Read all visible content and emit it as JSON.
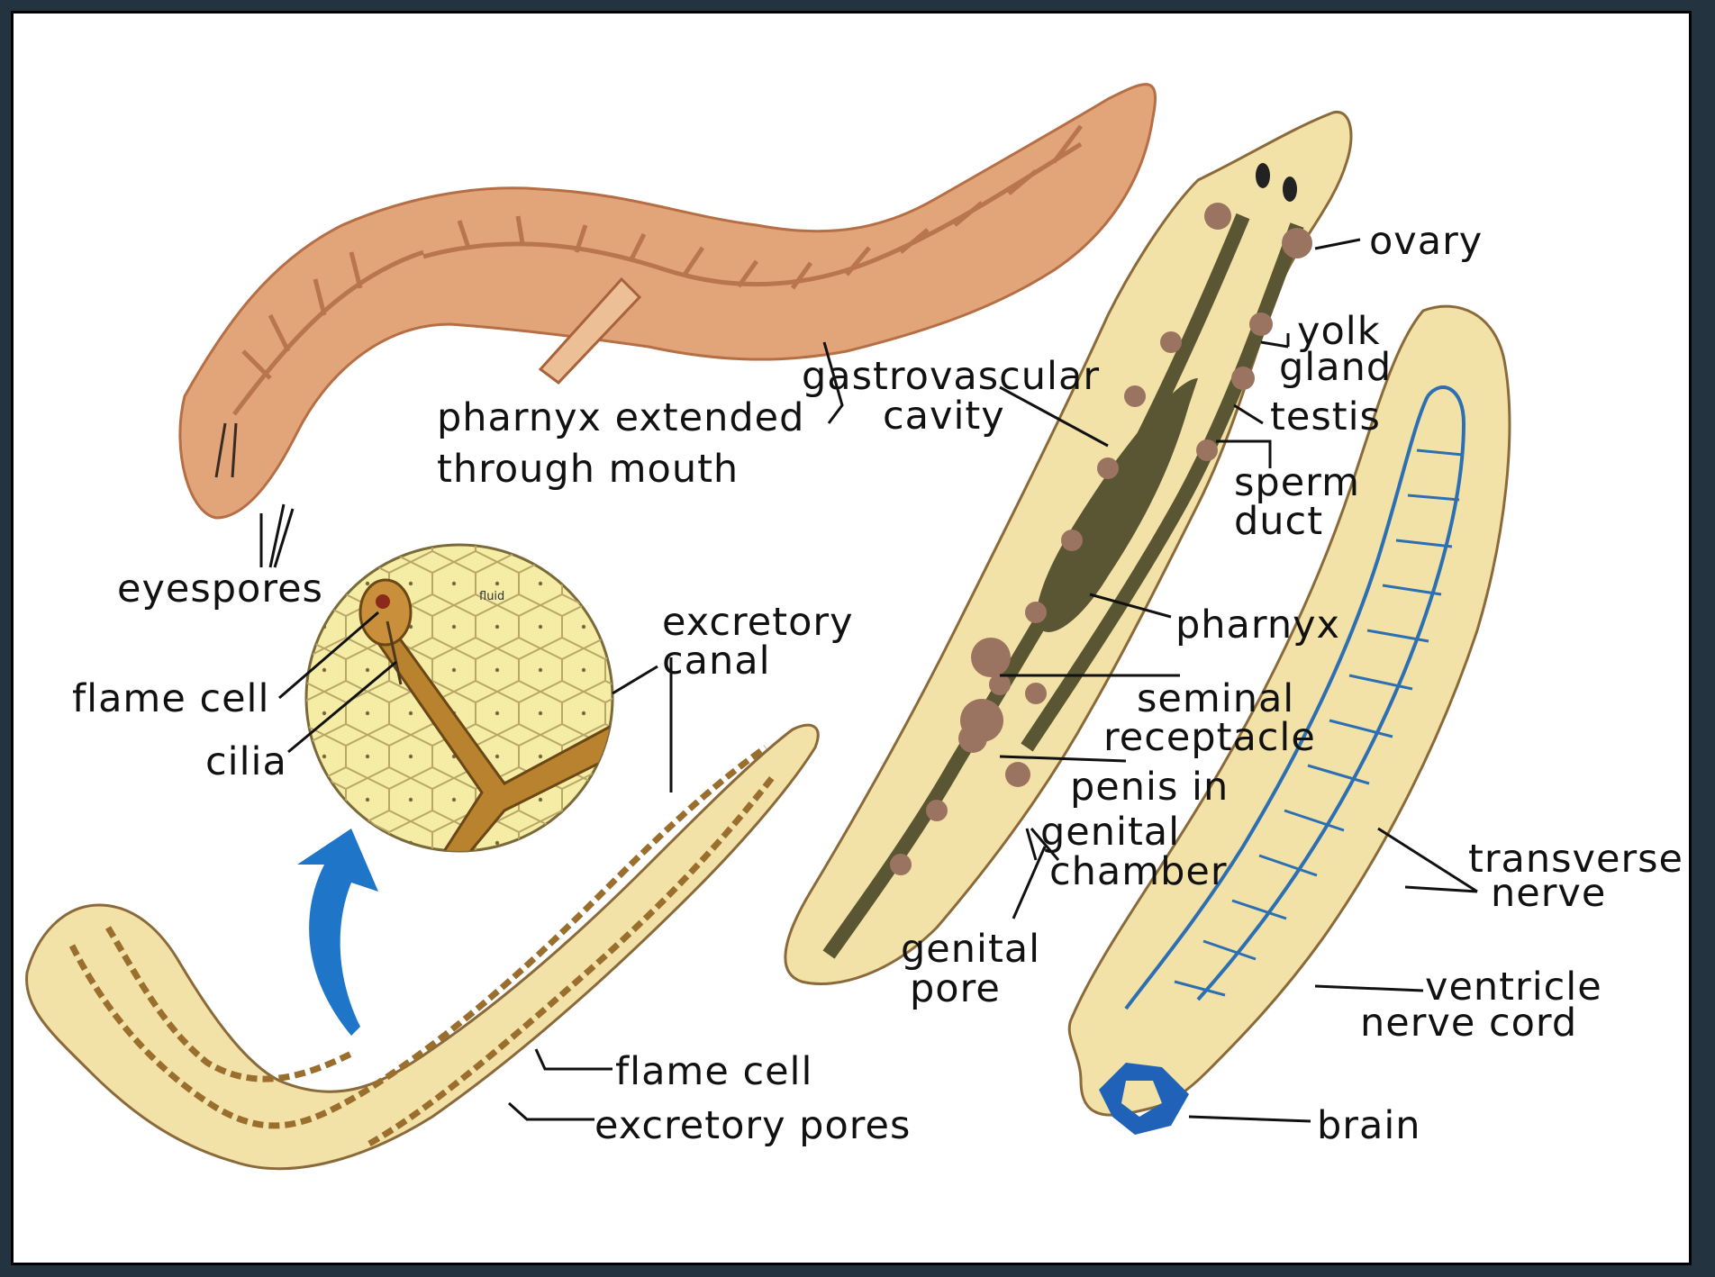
{
  "labels": {
    "eyespores": "eyespores",
    "pharnyx_extended_1": "pharnyx extended",
    "pharnyx_extended_2": "through mouth",
    "gastrovascular_1": "gastrovascular",
    "gastrovascular_2": "cavity",
    "flame_cell_top": "flame cell",
    "cilia": "cilia",
    "fluid": "fluid",
    "excretory_canal_1": "excretory",
    "excretory_canal_2": "canal",
    "flame_cell_bottom": "flame cell",
    "excretory_pores": "excretory pores",
    "ovary": "ovary",
    "yolk_1": "yolk",
    "yolk_2": "gland",
    "testis": "testis",
    "sperm_1": "sperm",
    "sperm_2": "duct",
    "pharnyx": "pharnyx",
    "seminal_1": "seminal",
    "seminal_2": "receptacle",
    "penis_1": "penis in",
    "penis_2": "genital",
    "penis_3": "chamber",
    "genital_pore_1": "genital",
    "genital_pore_2": "pore",
    "transverse_1": "transverse",
    "transverse_2": "nerve",
    "ventricle_1": "ventricle",
    "ventricle_2": "nerve cord",
    "brain": "brain"
  },
  "colors": {
    "body_cream": "#f3e2a8",
    "body_outline": "#8a6a3a",
    "flesh": "#e2a57a",
    "flesh_dark": "#a8623c",
    "organ_olive": "#5a5532",
    "organ_mauve": "#9a7461",
    "nerve_blue": "#2d6fb3",
    "arrow_blue": "#1f76c9",
    "canal_brown": "#9a6e2c"
  }
}
